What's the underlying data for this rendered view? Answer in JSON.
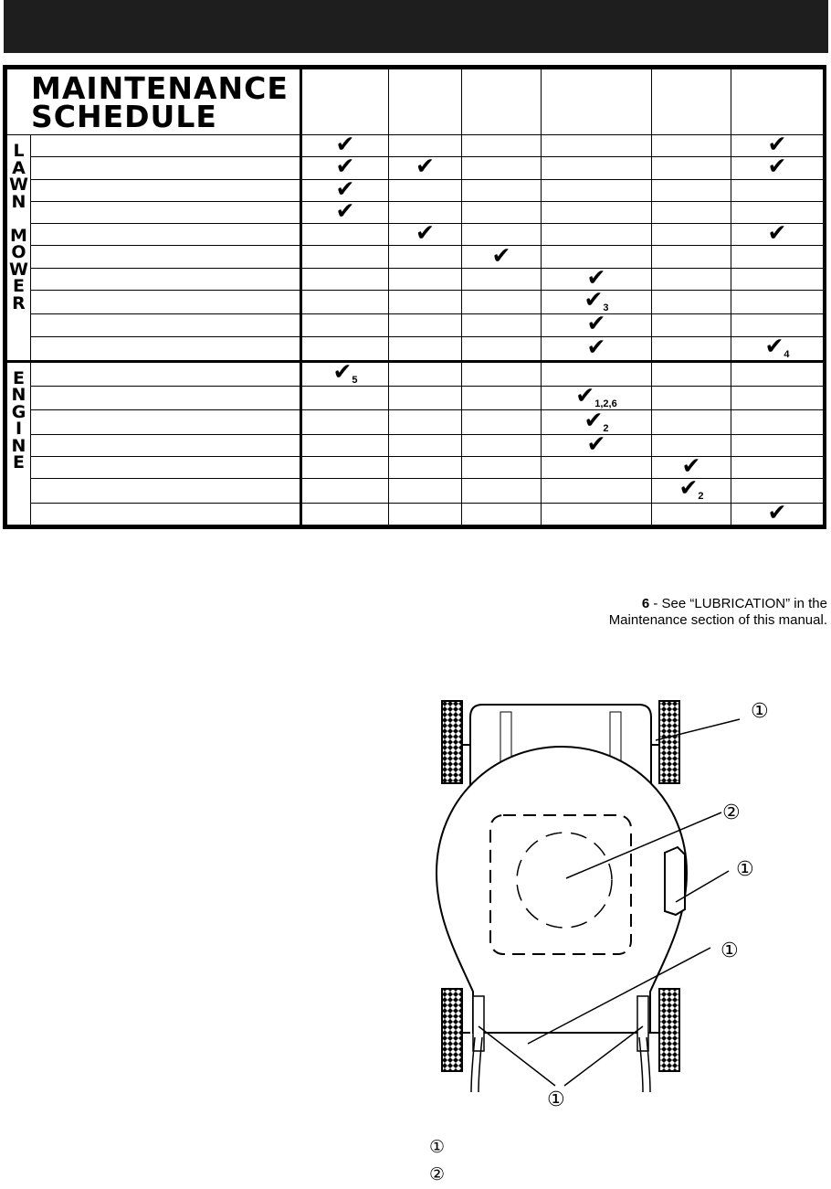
{
  "schedule": {
    "title_line1": "MAINTENANCE",
    "title_line2": "SCHEDULE",
    "check_glyph": "✔",
    "lawn_mower_letters": [
      "L",
      "A",
      "W",
      "N",
      "",
      "M",
      "O",
      "W",
      "E",
      "R"
    ],
    "engine_letters": [
      "E",
      "N",
      "G",
      "I",
      "N",
      "E"
    ],
    "lawn_mower_rows": [
      [
        "✔",
        "",
        "",
        "",
        "",
        "✔"
      ],
      [
        "✔",
        "✔",
        "",
        "",
        "",
        "✔"
      ],
      [
        "✔",
        "",
        "",
        "",
        "",
        ""
      ],
      [
        "✔",
        "",
        "",
        "",
        "",
        ""
      ],
      [
        "",
        "✔",
        "",
        "",
        "",
        "✔"
      ],
      [
        "",
        "",
        "✔",
        "",
        "",
        ""
      ],
      [
        "",
        "",
        "",
        "✔",
        "",
        ""
      ],
      [
        "",
        "",
        "",
        "✔",
        "",
        ""
      ],
      [
        "",
        "",
        "",
        "✔",
        "",
        ""
      ],
      [
        "",
        "",
        "",
        "✔",
        "",
        "✔"
      ]
    ],
    "lawn_mower_subs": [
      [
        "",
        "",
        "",
        "",
        "",
        ""
      ],
      [
        "",
        "",
        "",
        "",
        "",
        ""
      ],
      [
        "",
        "",
        "",
        "",
        "",
        ""
      ],
      [
        "",
        "",
        "",
        "",
        "",
        ""
      ],
      [
        "",
        "",
        "",
        "",
        "",
        ""
      ],
      [
        "",
        "",
        "",
        "",
        "",
        ""
      ],
      [
        "",
        "",
        "",
        "",
        "",
        ""
      ],
      [
        "",
        "",
        "",
        "3",
        "",
        ""
      ],
      [
        "",
        "",
        "",
        "",
        "",
        ""
      ],
      [
        "",
        "",
        "",
        "",
        "",
        "4"
      ]
    ],
    "engine_rows": [
      [
        "✔",
        "",
        "",
        "",
        "",
        ""
      ],
      [
        "",
        "",
        "",
        "✔",
        "",
        ""
      ],
      [
        "",
        "",
        "",
        "✔",
        "",
        ""
      ],
      [
        "",
        "",
        "",
        "✔",
        "",
        ""
      ],
      [
        "",
        "",
        "",
        "",
        "✔",
        ""
      ],
      [
        "",
        "",
        "",
        "",
        "✔",
        ""
      ],
      [
        "",
        "",
        "",
        "",
        "",
        "✔"
      ]
    ],
    "engine_subs": [
      [
        "5",
        "",
        "",
        "",
        "",
        ""
      ],
      [
        "",
        "",
        "",
        "1,2,6",
        "",
        ""
      ],
      [
        "",
        "",
        "",
        "2",
        "",
        ""
      ],
      [
        "",
        "",
        "",
        "",
        "",
        ""
      ],
      [
        "",
        "",
        "",
        "",
        "",
        ""
      ],
      [
        "",
        "",
        "",
        "",
        "2",
        ""
      ],
      [
        "",
        "",
        "",
        "",
        "",
        ""
      ]
    ]
  },
  "footnote": {
    "number": "6",
    "line1_rest": " - See “LUBRICATION” in the",
    "line2": "Maintenance section of this manual."
  },
  "diagram": {
    "callout_1": "①",
    "callout_2": "②"
  },
  "legend": {
    "item1": "①",
    "item2": "②"
  }
}
